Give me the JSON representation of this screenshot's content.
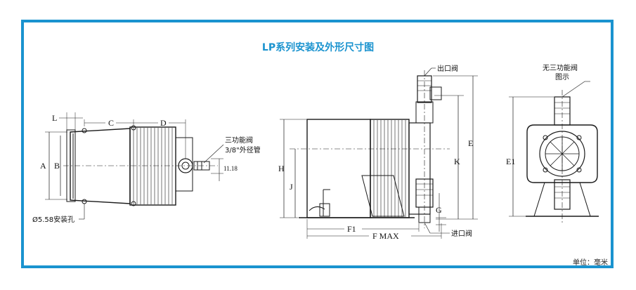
{
  "title": "LP系列安装及外形尺寸图",
  "unit_note": "单位：毫米",
  "colors": {
    "accent": "#1a93cf",
    "line": "#1a1a1a"
  },
  "left_view": {
    "labels": {
      "L": "L",
      "C": "C",
      "D": "D",
      "A": "A",
      "B": "B"
    },
    "callout_valve": "三功能阀",
    "callout_tube": "3/8\"外径管",
    "dim_value": "11.18",
    "mount_hole": "Ø5.58安装孔"
  },
  "center_view": {
    "outlet": "出口阀",
    "inlet": "进口阀",
    "labels": {
      "H": "H",
      "J": "J",
      "E": "E",
      "K": "K",
      "G": "G",
      "F1": "F1",
      "FMAX": "F MAX"
    }
  },
  "right_view": {
    "no_valve_line1": "无三功能阀",
    "no_valve_line2": "图示",
    "labels": {
      "E1": "E1"
    }
  }
}
